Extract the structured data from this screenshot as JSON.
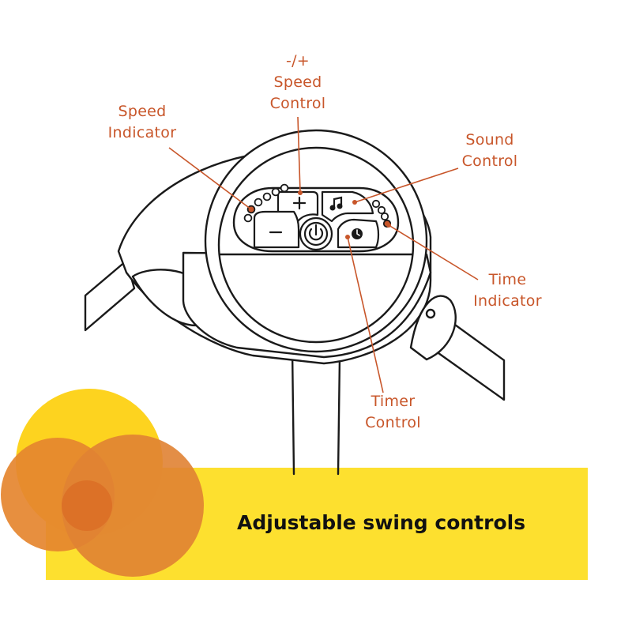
{
  "labels": {
    "speed_control": {
      "line1": "-/+",
      "line2": "Speed",
      "line3": "Control"
    },
    "speed_indicator": {
      "line1": "Speed",
      "line2": "Indicator"
    },
    "sound_control": {
      "line1": "Sound",
      "line2": "Control"
    },
    "time_indicator": {
      "line1": "Time",
      "line2": "Indicator"
    },
    "timer_control": {
      "line1": "Timer",
      "line2": "Control"
    }
  },
  "buttons": {
    "plus_symbol": "+",
    "minus_symbol": "−"
  },
  "banner": {
    "title": "Adjustable swing controls"
  },
  "colors": {
    "label_text": "#c8562a",
    "pointer_line": "#c8562a",
    "outline": "#1a1a1a",
    "banner_yellow": "#fde02f",
    "circle_yellow": "#fdd31f",
    "circle_orange": "#e5862f",
    "circle_overlap": "#d9621f",
    "banner_text": "#111111"
  },
  "icons": [
    "plus-icon",
    "minus-icon",
    "power-icon",
    "music-note-icon",
    "clock-icon"
  ]
}
